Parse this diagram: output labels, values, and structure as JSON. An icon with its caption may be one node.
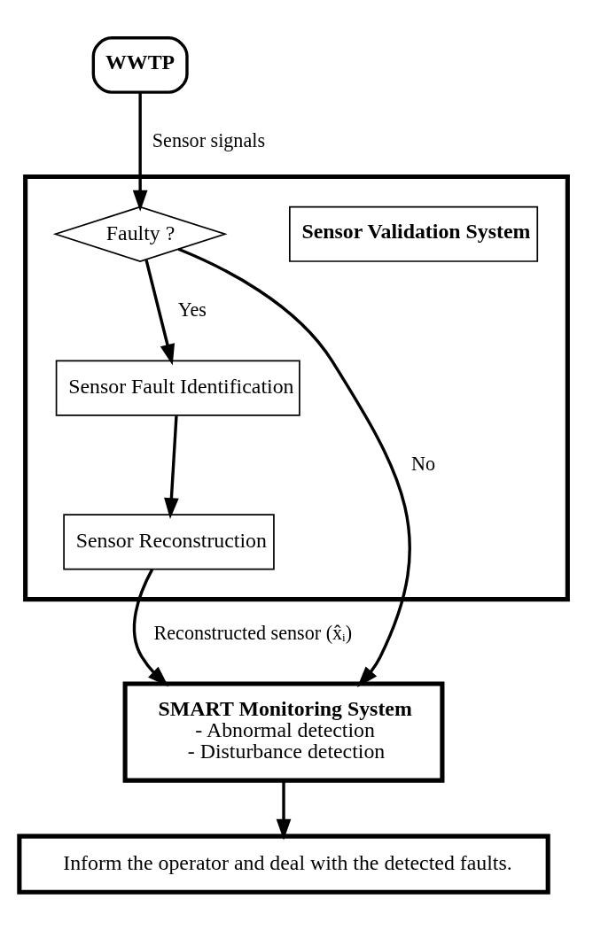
{
  "diagram": {
    "nodes": [
      {
        "text": [
          "WWTP"
        ]
      },
      {
        "text": [],
        "shape": "box"
      },
      {
        "text": [
          "Sensor Validation System"
        ],
        "in": 1
      },
      {
        "text": [
          "Faulty ?"
        ],
        "in": 1
      },
      {
        "text": [
          "Sensor Fault Identification"
        ],
        "in": 1
      },
      {
        "text": [
          "Sensor Reconstruction"
        ],
        "in": 1
      },
      {
        "text": [
          "SMART Monitoring System",
          "- Abnormal detection",
          "- Disturbance detection"
        ]
      },
      {
        "text": [
          "Inform the operator and deal with the detected faults."
        ]
      }
    ],
    "edges": [
      {
        "from": 0,
        "to": 3,
        "arrow": "to",
        "label": "Sensor signals"
      },
      {
        "from": 3,
        "to": 6,
        "arrow": "to",
        "label": "No"
      },
      {
        "from": 3,
        "to": 4,
        "arrow": "to",
        "label": "Yes"
      },
      {
        "from": 4,
        "to": 5,
        "arrow": "to"
      },
      {
        "from": 5,
        "to": 6,
        "arrow": "to",
        "label": "Reconstructed sensor (x̂ᵢ)"
      },
      {
        "from": 6,
        "to": 7,
        "arrow": "to"
      }
    ]
  }
}
